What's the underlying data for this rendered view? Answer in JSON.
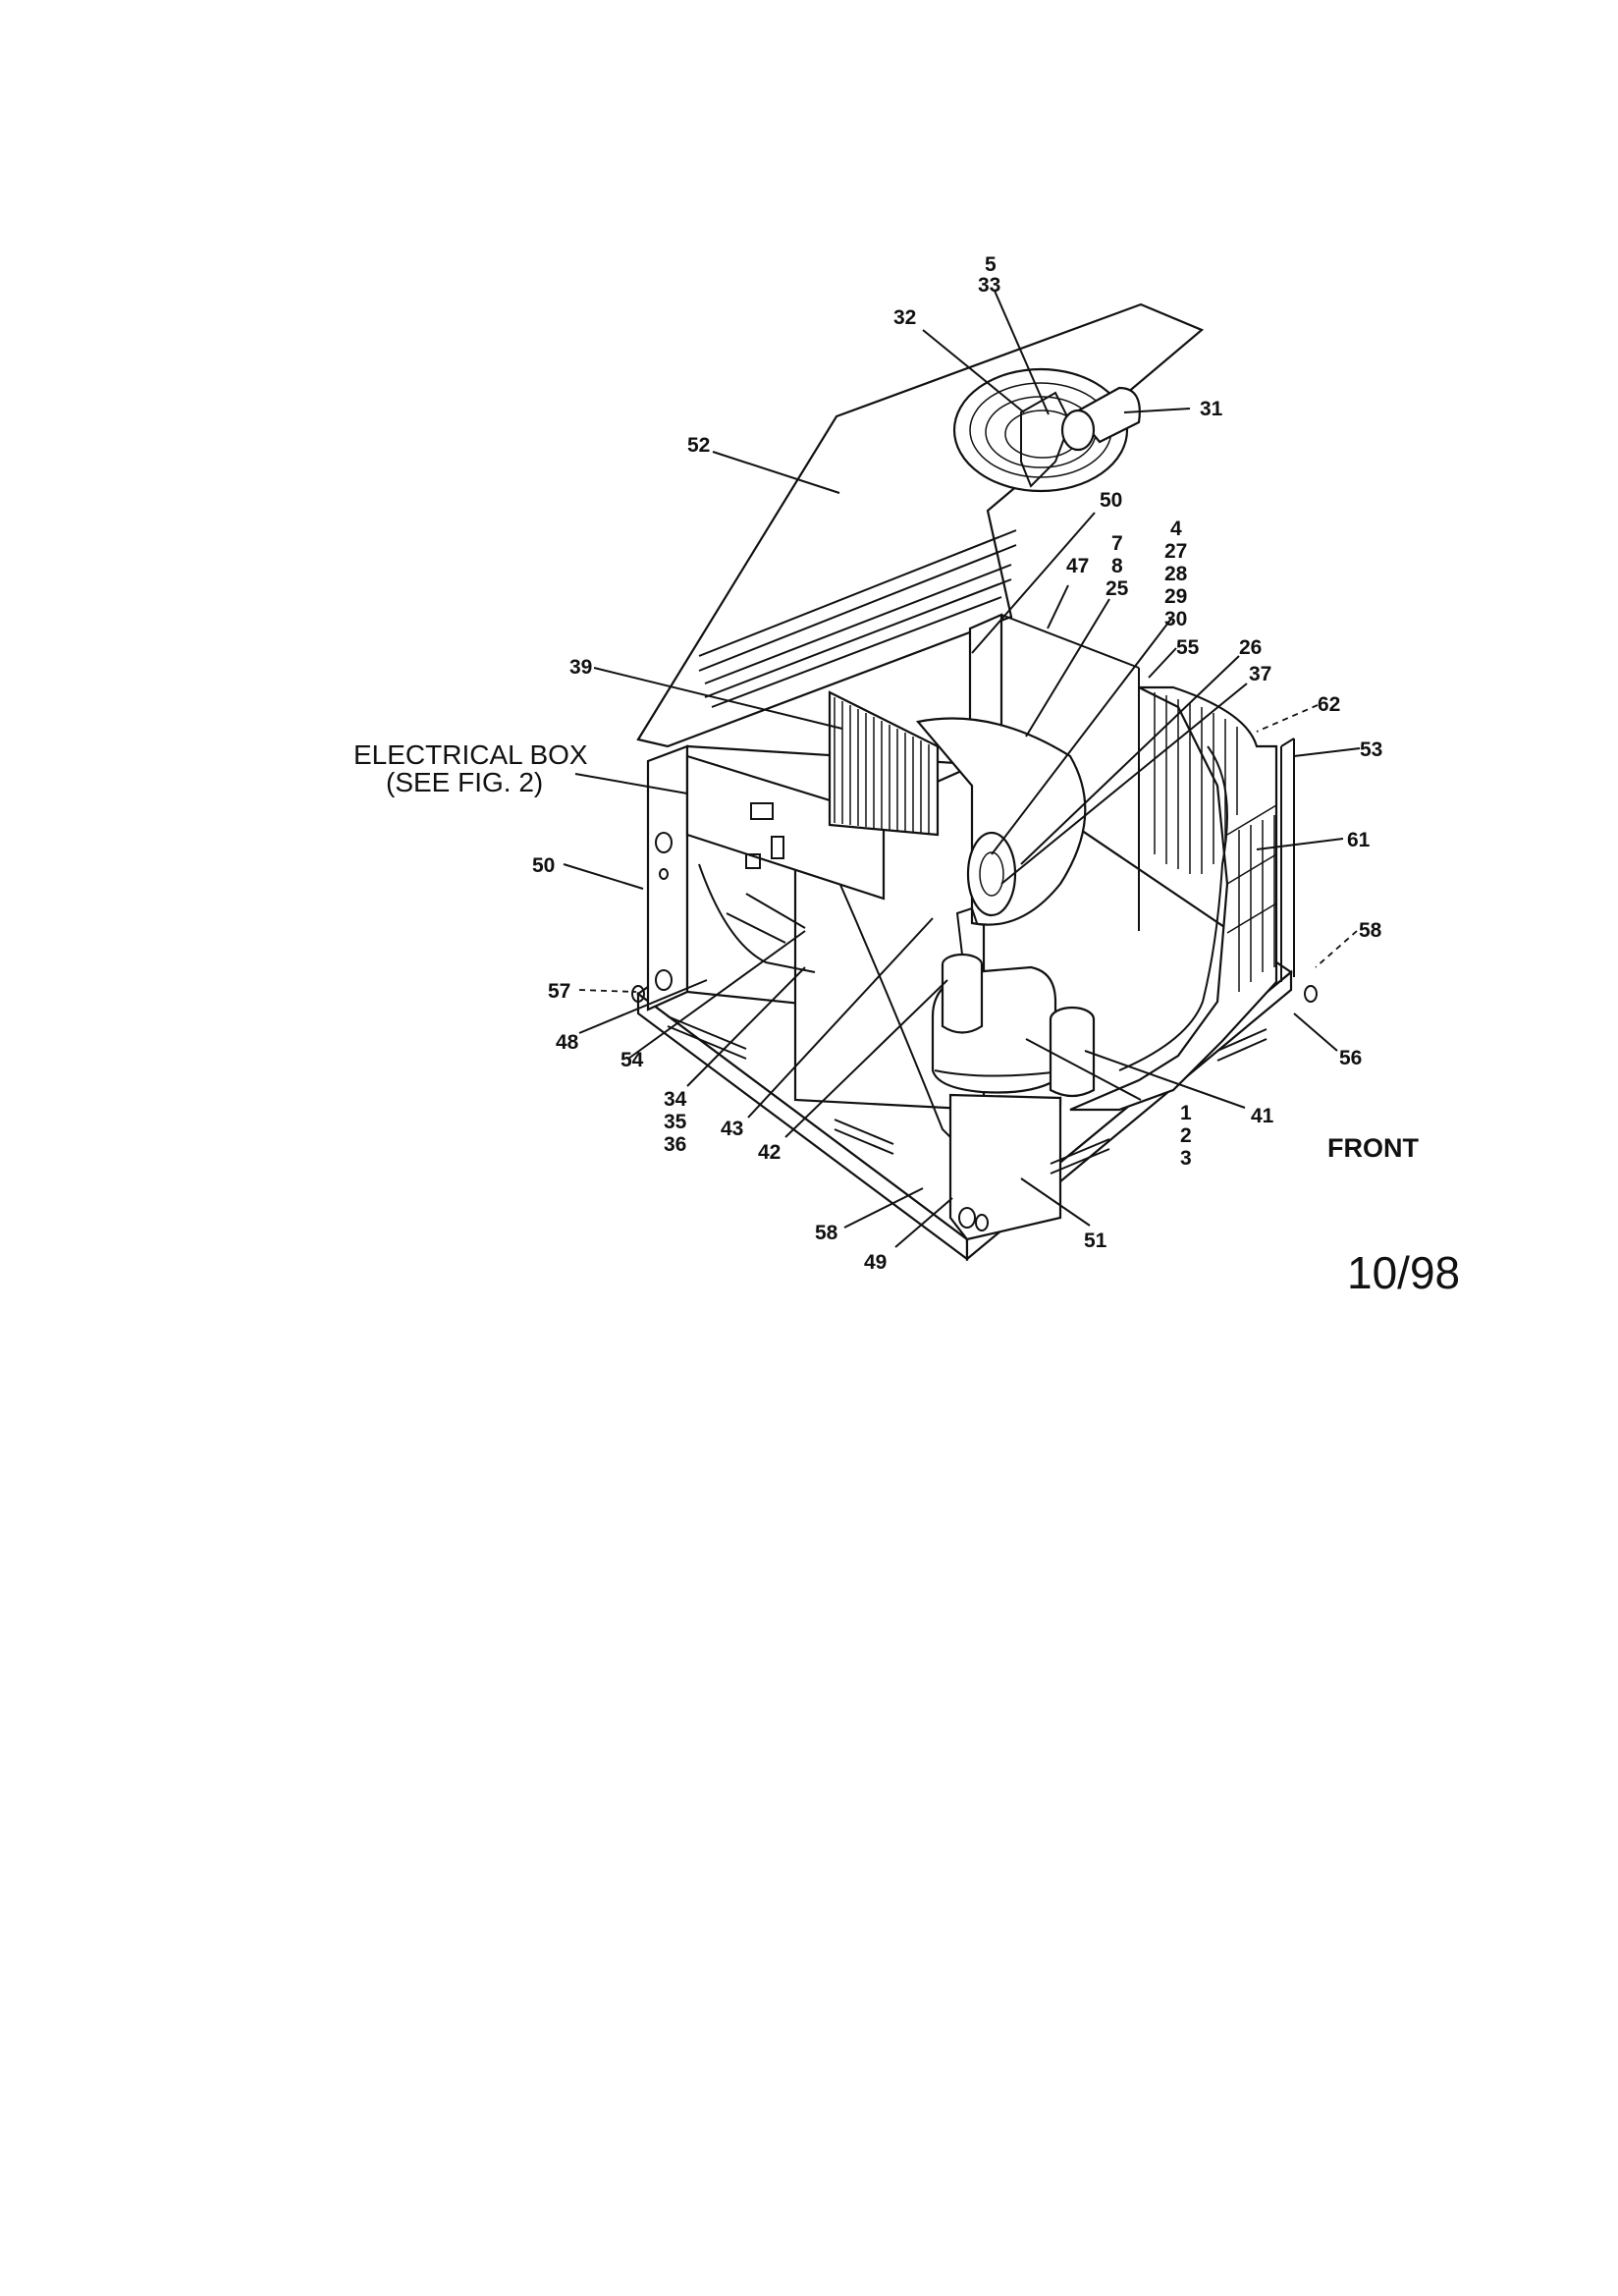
{
  "labels": {
    "l5": "5",
    "l33": "33",
    "l32": "32",
    "l31": "31",
    "l52": "52",
    "l50a": "50",
    "l7": "7",
    "l8": "8",
    "l25": "25",
    "l4": "4",
    "l27": "27",
    "l28": "28",
    "l29": "29",
    "l30": "30",
    "l47": "47",
    "l39": "39",
    "l55": "55",
    "l26": "26",
    "l37": "37",
    "l62": "62",
    "l53": "53",
    "l61": "61",
    "l58a": "58",
    "l56": "56",
    "l41": "41",
    "l50b": "50",
    "l57": "57",
    "l48": "48",
    "l54": "54",
    "l34": "34",
    "l35": "35",
    "l36": "36",
    "l43": "43",
    "l42": "42",
    "l1": "1",
    "l2": "2",
    "l3": "3",
    "l51": "51",
    "l58b": "58",
    "l49": "49"
  },
  "electrical_box": {
    "line1": "ELECTRICAL BOX",
    "line2": "(SEE FIG. 2)"
  },
  "front_label": "FRONT",
  "date_code": "10/98"
}
